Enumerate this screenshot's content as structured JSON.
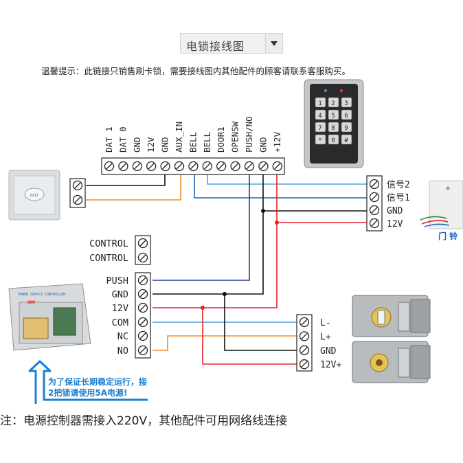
{
  "header": {
    "tab_label": "电锁接线图",
    "notice": "温馨提示：此链接只销售刷卡锁，需要接线图内其他配件的顾客请联系客服购买。"
  },
  "controller_terminals": [
    "DAT 1",
    "DAT 0",
    "GND",
    "12V",
    "GND",
    "AUX_IN",
    "BELL",
    "BELL",
    "DOOR1",
    "OPENSW",
    "PUSH/NO",
    "GND",
    "+12V"
  ],
  "doorbell": {
    "terminals": [
      "信号2",
      "信号1",
      "GND",
      "12V"
    ],
    "label": "门 铃"
  },
  "power_supply": {
    "terminals": [
      "CONTROL",
      "CONTROL",
      "PUSH",
      "GND",
      "12V",
      "COM",
      "NC",
      "NO"
    ],
    "panel_text": "POWER SUPPLY CONTROLLER",
    "note_line1": "为了保证长期稳定运行，接",
    "note_line2": "2把锁请使用5A电源!"
  },
  "lock": {
    "terminals": [
      "L-",
      "L+",
      "GND",
      "12V+"
    ]
  },
  "footer": {
    "text": "注：电源控制器需接入220V，其他配件可用网络线连接"
  },
  "colors": {
    "wire_red": "#e8202a",
    "wire_blue": "#1e63b8",
    "wire_lightblue": "#4aa3e0",
    "wire_orange": "#ef8a2a",
    "wire_black": "#111111",
    "note_blue": "#1a7fd0"
  }
}
